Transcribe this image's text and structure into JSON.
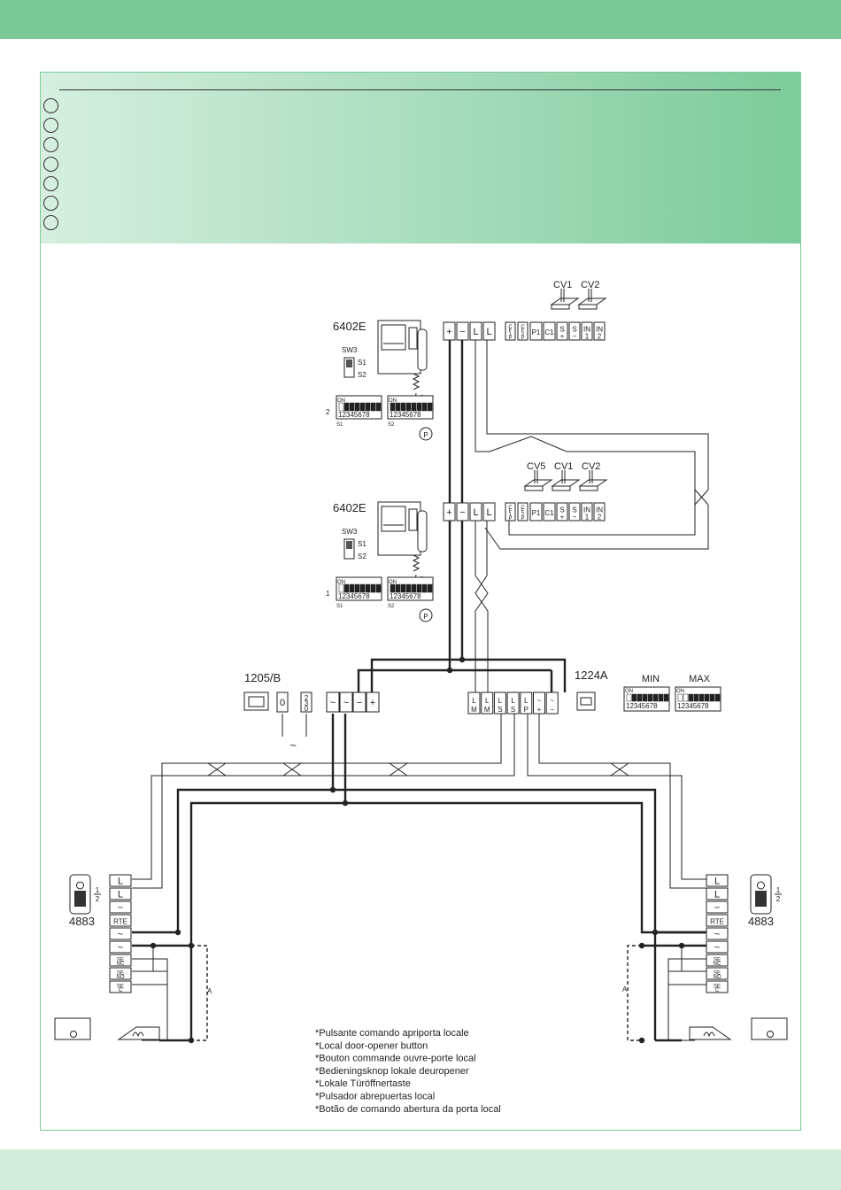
{
  "colors": {
    "band_green": "#79c896",
    "band_light": "#d3eedc",
    "panel_left": "#d6efe0",
    "panel_right": "#7ccb9a",
    "line": "#222222"
  },
  "header": {
    "language_circle_count": 7
  },
  "devices": {
    "monitor_top": {
      "model": "6402E",
      "sw_label": "SW3",
      "s1": "S1",
      "s2": "S2",
      "dip_on": "ON",
      "dip_numbers": "12345678",
      "dip_s1": "S1",
      "dip_s2": "S2",
      "address": "2",
      "button": "P"
    },
    "monitor_bottom": {
      "model": "6402E",
      "sw_label": "SW3",
      "s1": "S1",
      "s2": "S2",
      "dip_on": "ON",
      "dip_numbers": "12345678",
      "dip_s1": "S1",
      "dip_s2": "S2",
      "address": "1",
      "button": "P"
    },
    "power_supply": {
      "model": "1205/B",
      "t0": "0",
      "t230": "230",
      "sym": "~"
    },
    "video_unit": {
      "model": "1224A",
      "min": "MIN",
      "max": "MAX",
      "dip_on": "ON",
      "dip_numbers": "12345678"
    },
    "panel_left": {
      "model": "4883",
      "frac_top": "1",
      "frac_bottom": "2"
    },
    "panel_right": {
      "model": "4883",
      "frac_top": "1",
      "frac_bottom": "2"
    }
  },
  "camera_labels": {
    "top": [
      "CV1",
      "CV2"
    ],
    "bottom": [
      "CV5",
      "CV1",
      "CV2"
    ]
  },
  "terminals": {
    "monitor": [
      "+",
      "−",
      "L",
      "L"
    ],
    "monitor_small": [
      [
        "C",
        "F",
        "1",
        "P"
      ],
      [
        "C",
        "F",
        "2",
        "P"
      ]
    ],
    "monitor_after": [
      "P1",
      "C1"
    ],
    "monitor_stacked": [
      [
        "S",
        "+"
      ],
      [
        "S",
        "−"
      ],
      [
        "IN",
        "1"
      ],
      [
        "IN",
        "2"
      ]
    ],
    "psu": [
      "~",
      "~",
      "−",
      "+"
    ],
    "unit_stacked": [
      [
        "L",
        "M"
      ],
      [
        "L",
        "M"
      ],
      [
        "L",
        "S"
      ],
      [
        "L",
        "S"
      ],
      [
        "L",
        "P"
      ],
      [
        "~",
        "+"
      ],
      [
        "~",
        "−"
      ]
    ],
    "panel": [
      "L",
      "L",
      "−",
      "RTE",
      "~",
      "~"
    ],
    "panel_small": [
      [
        "SE",
        "NC"
      ],
      [
        "SE",
        "NO"
      ],
      [
        "SE",
        "C"
      ]
    ]
  },
  "switch_marks": {
    "left": "A",
    "right": "A"
  },
  "notes": [
    "*Pulsante comando apriporta locale",
    "*Local door-opener button",
    "*Bouton commande ouvre-porte local",
    "*Bedieningsknop lokale deuropener",
    "*Lokale Türöffnertaste",
    "*Pulsador abrepuertas local",
    "*Botão de comando abertura da porta local"
  ]
}
